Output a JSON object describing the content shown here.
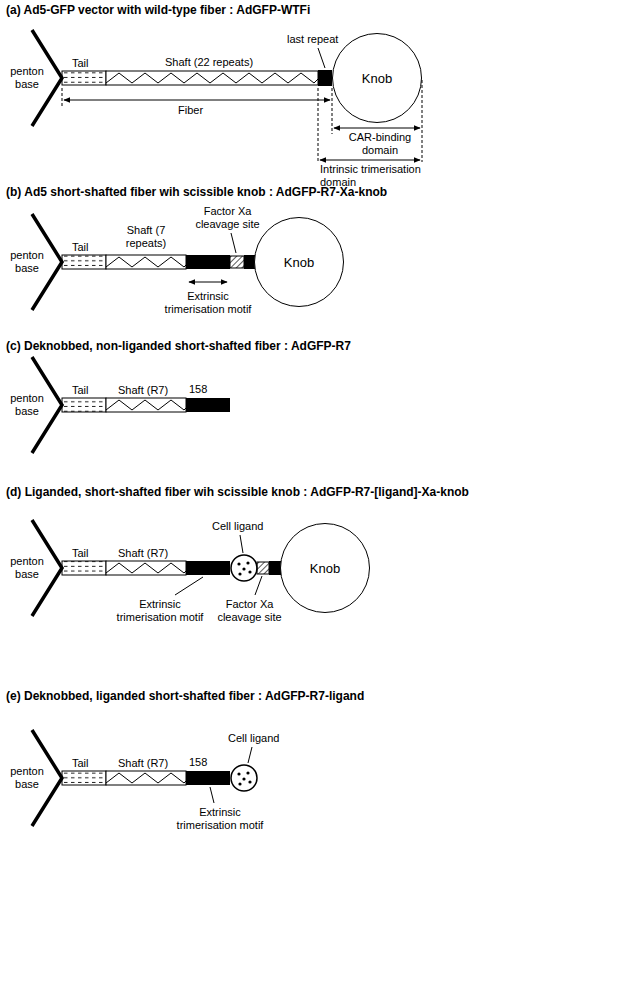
{
  "diagram": {
    "nodes": [
      {
        "text": [
          "Knob"
        ]
      },
      {
        "text": [
          "Knob"
        ]
      },
      {
        "text": [
          "Knob"
        ]
      }
    ],
    "labels": [
      "(a) Ad5-GFP vector with wild-type fiber : AdGFP-WTFi",
      "Tail",
      "Shaft (22 repeats)",
      "last repeat",
      "penton base",
      "Fiber",
      "CAR-binding domain",
      "Intrinsic trimerisation domain",
      "(b) Ad5 short-shafted fiber wih scissible knob : AdGFP-R7-Xa-knob",
      "Factor Xa cleavage site",
      "Tail",
      "Shaft (7 repeats)",
      "penton base",
      "Extrinsic trimerisation motif",
      "(c) Deknobbed, non-liganded short-shafted fiber : AdGFP-R7",
      "158",
      "Tail",
      "Shaft (R7)",
      "penton base",
      "(d) Liganded, short-shafted fiber wih scissible knob : AdGFP-R7-[ligand]-Xa-knob",
      "Cell ligand",
      "Tail",
      "Shaft (R7)",
      "penton base",
      "Extrinsic trimerisation motif",
      "Factor Xa cleavage site",
      "(e) Deknobbed, liganded short-shafted fiber : AdGFP-R7-ligand",
      "158",
      "Cell ligand",
      "Tail",
      "Shaft (R7)",
      "penton base",
      "Extrinsic trimerisation motif"
    ]
  }
}
